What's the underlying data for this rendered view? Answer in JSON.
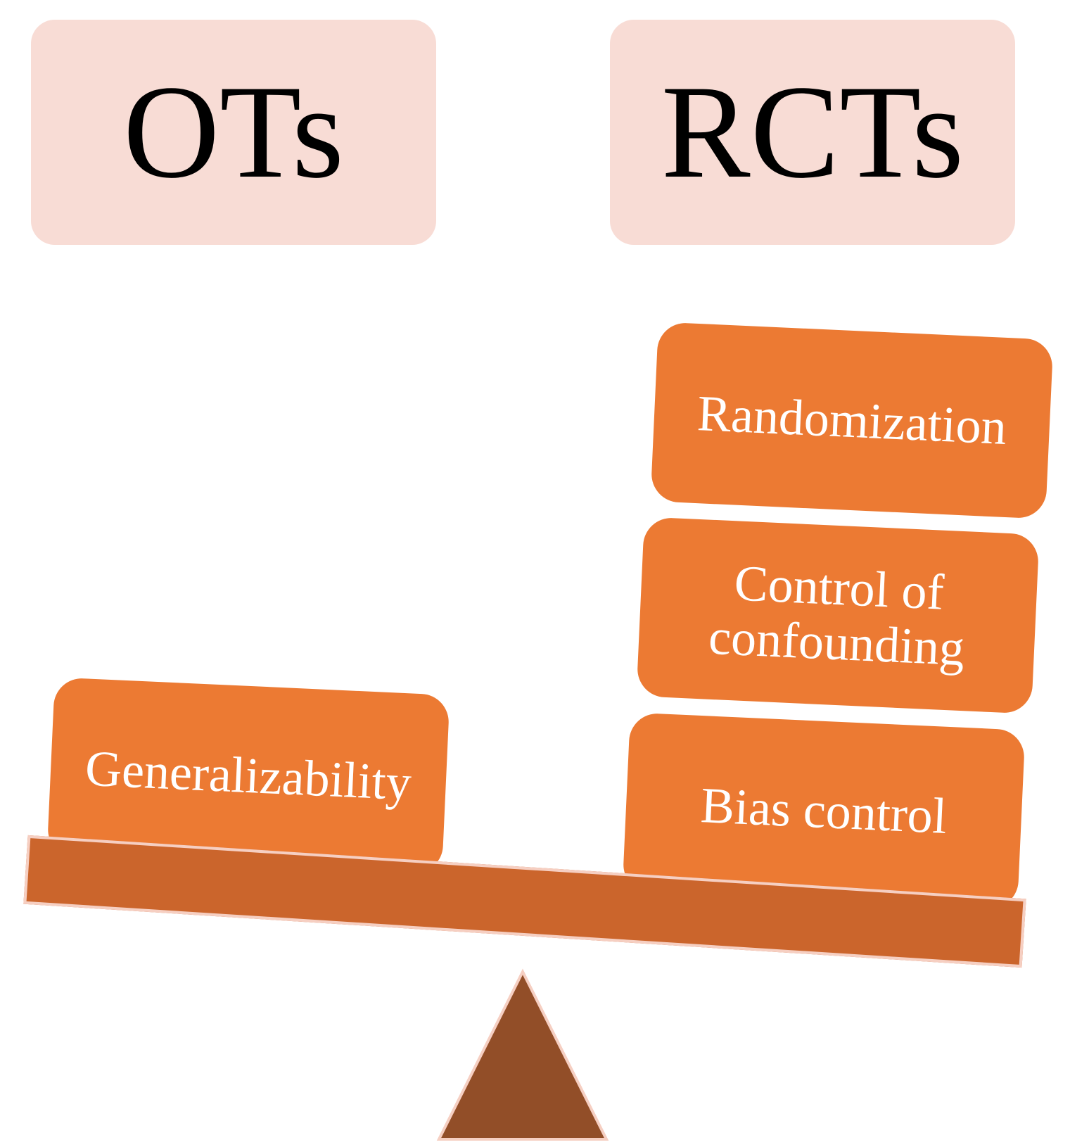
{
  "headers": {
    "left": "OTs",
    "right": "RCTs"
  },
  "blocks": {
    "generalizability": "Generalizability",
    "randomization": "Randomization",
    "control_of_confounding": "Control of confounding",
    "bias_control": "Bias control"
  },
  "colors": {
    "header_fill": "#f8dcd5",
    "block_fill": "#ec7a33",
    "beam_fill": "#cb652c",
    "fulcrum_fill": "#924e28"
  }
}
